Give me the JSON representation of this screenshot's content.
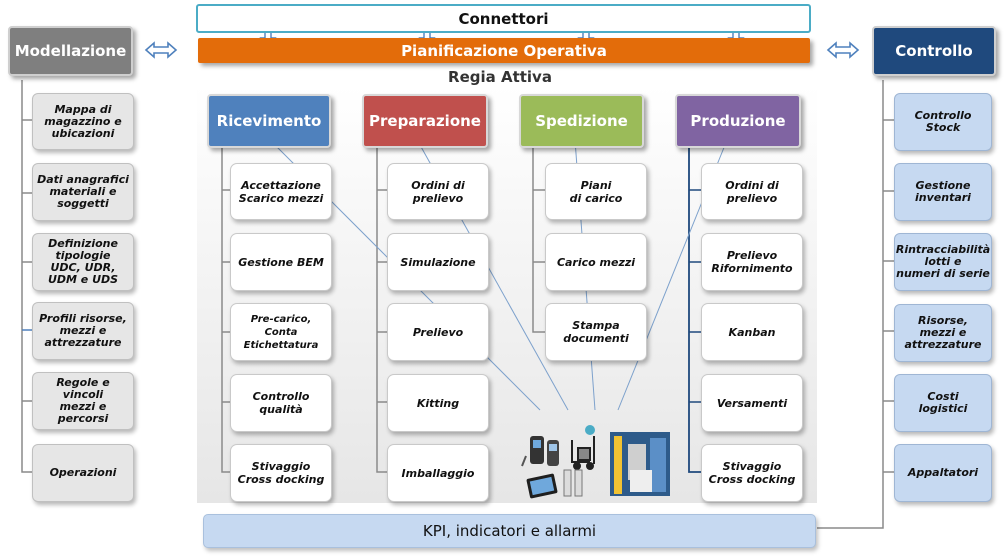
{
  "top": {
    "connettori": "Connettori",
    "pianificazione": "Pianificazione Operativa",
    "regia": "Regia Attiva"
  },
  "left": {
    "header": "Modellazione",
    "items": [
      "Mappa di\nmagazzino e\nubicazioni",
      "Dati anagrafici\nmateriali e\nsoggetti",
      "Definizione\ntipologie\nUDC, UDR,\nUDM e UDS",
      "Profili risorse,\nmezzi e\nattrezzature",
      "Regole e vincoli\nmezzi e percorsi",
      "Operazioni"
    ]
  },
  "right": {
    "header": "Controllo",
    "items": [
      "Controllo\nStock",
      "Gestione\ninventari",
      "Rintracciabilità\nlotti e\nnumeri di serie",
      "Risorse, mezzi e\nattrezzature",
      "Costi\nlogistici",
      "Appaltatori"
    ]
  },
  "columns": [
    {
      "header": "Ricevimento",
      "color": "#4f81bd",
      "items": [
        "Accettazione\nScarico mezzi",
        "Gestione BEM",
        "Pre-carico,\nConta\nEtichettatura",
        "Controllo\nqualità",
        "Stivaggio\nCross docking"
      ]
    },
    {
      "header": "Preparazione",
      "color": "#c0504d",
      "items": [
        "Ordini di\nprelievo",
        "Simulazione",
        "Prelievo",
        "Kitting",
        "Imballaggio"
      ]
    },
    {
      "header": "Spedizione",
      "color": "#9bbb59",
      "items": [
        "Piani\ndi carico",
        "Carico mezzi",
        "Stampa\ndocumenti"
      ]
    },
    {
      "header": "Produzione",
      "color": "#8064a2",
      "items": [
        "Ordini di\nprelievo",
        "Prelievo\nRifornimento",
        "Kanban",
        "Versamenti",
        "Stivaggio\nCross docking"
      ]
    }
  ],
  "bottom": {
    "kpi": "KPI, indicatori e allarmi"
  },
  "colors": {
    "pianificazione": "#e36c0a",
    "controllo": "#1f497d",
    "modellazione": "#7f7f7f",
    "connettori_border": "#4bacc6",
    "kpi_bg": "#c6d9f1"
  },
  "icons": [
    "handheld-terminal-icon",
    "forklift-icon",
    "tablet-icon",
    "barcode-gate-icon",
    "automated-warehouse-icon"
  ]
}
